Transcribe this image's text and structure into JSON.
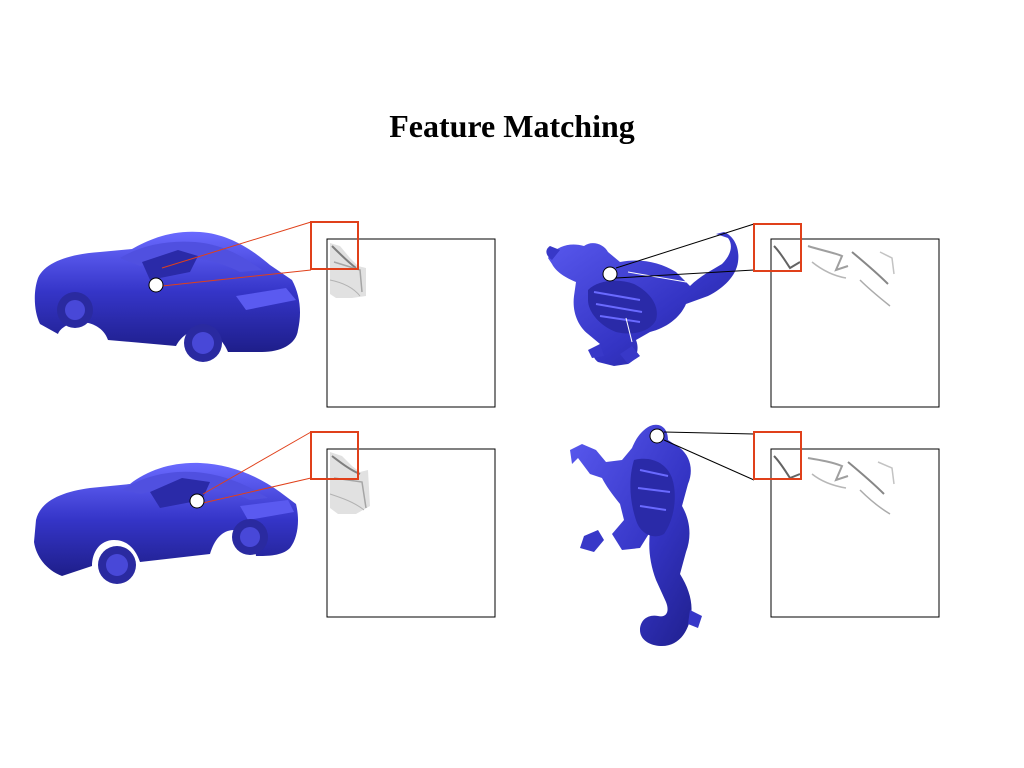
{
  "slide": {
    "title": "Feature Matching"
  },
  "colors": {
    "model_fill": "#3535c8",
    "model_shadow": "#1b1b80",
    "model_highlight": "#7a7aff",
    "zoom_box": "#e0401a",
    "panel_border": "#000000",
    "feature_point": "#ffffff",
    "connector_line_car": "#e0401a",
    "connector_line_dragon": "#000000"
  },
  "icons": {
    "car_model": "car-icon",
    "dragon_model": "dragon-icon"
  },
  "panels": [
    {
      "name": "car-top",
      "model": "car",
      "connector": "red"
    },
    {
      "name": "car-bottom",
      "model": "car",
      "connector": "red"
    },
    {
      "name": "dragon-top",
      "model": "dragon",
      "connector": "black"
    },
    {
      "name": "dragon-bottom",
      "model": "dragon",
      "connector": "black"
    }
  ]
}
